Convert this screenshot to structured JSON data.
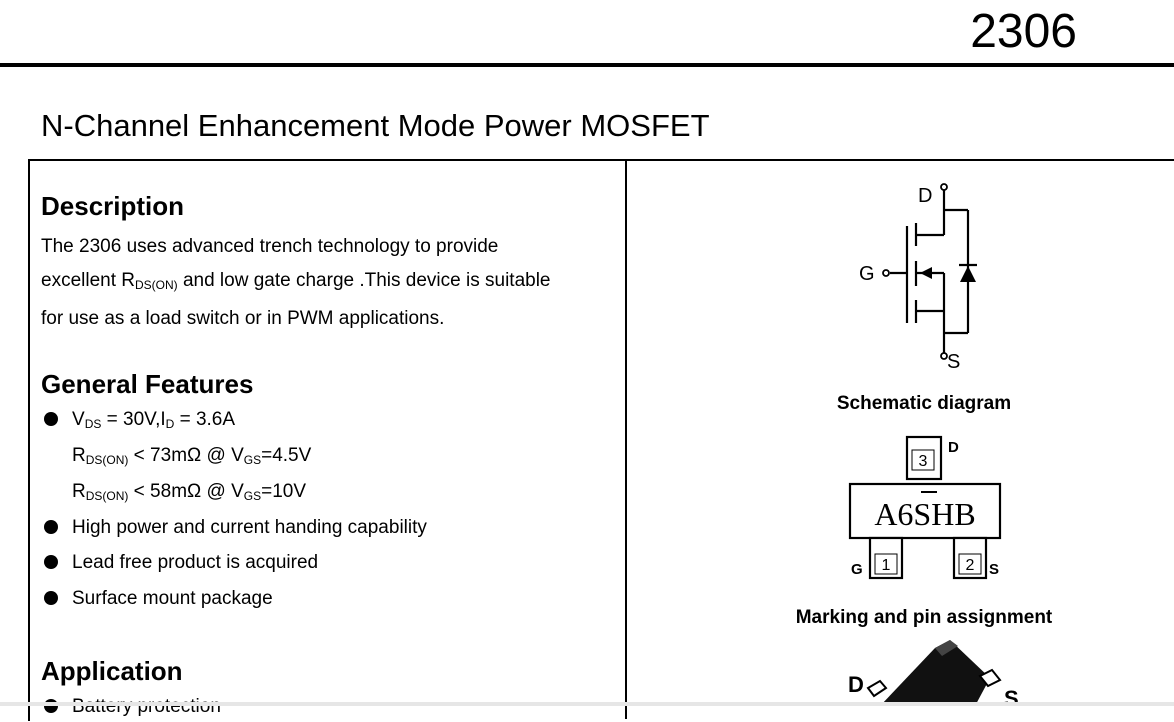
{
  "header": {
    "part_number": "2306",
    "subtitle": "N-Channel Enhancement Mode Power MOSFET"
  },
  "description": {
    "heading": "Description",
    "line1": "The 2306 uses advanced trench technology to provide",
    "line2_a": "excellent R",
    "line2_sub": "DS(ON)",
    "line2_b": " and low gate charge .This device is suitable",
    "line3": "for use as a load switch or in PWM applications."
  },
  "features": {
    "heading": "General Features",
    "spec1": {
      "v": "V",
      "v_sub": "DS",
      "mid": " = 30V,I",
      "i_sub": "D",
      "end": " = 3.6A"
    },
    "spec2": {
      "r": "R",
      "r_sub": "DS(ON)",
      "mid": " < 73mΩ @ V",
      "v_sub": "GS",
      "end": "=4.5V"
    },
    "spec3": {
      "r": "R",
      "r_sub": "DS(ON)",
      "mid": " < 58mΩ @ V",
      "v_sub": "GS",
      "end": "=10V"
    },
    "items": [
      "High power and current handing capability",
      "Lead free product is acquired",
      "Surface mount package"
    ]
  },
  "application": {
    "heading": "Application",
    "first_item": "Battery protection"
  },
  "schematic": {
    "caption": "Schematic diagram",
    "pin_d": "D",
    "pin_g": "G",
    "pin_s": "S"
  },
  "marking": {
    "caption": "Marking and pin assignment",
    "code": "A6SHB",
    "pin3": "3",
    "pin1": "1",
    "pin2": "2",
    "label_d": "D",
    "label_g": "G",
    "label_s": "S"
  },
  "package": {
    "label_d": "D",
    "label_s": "S"
  }
}
